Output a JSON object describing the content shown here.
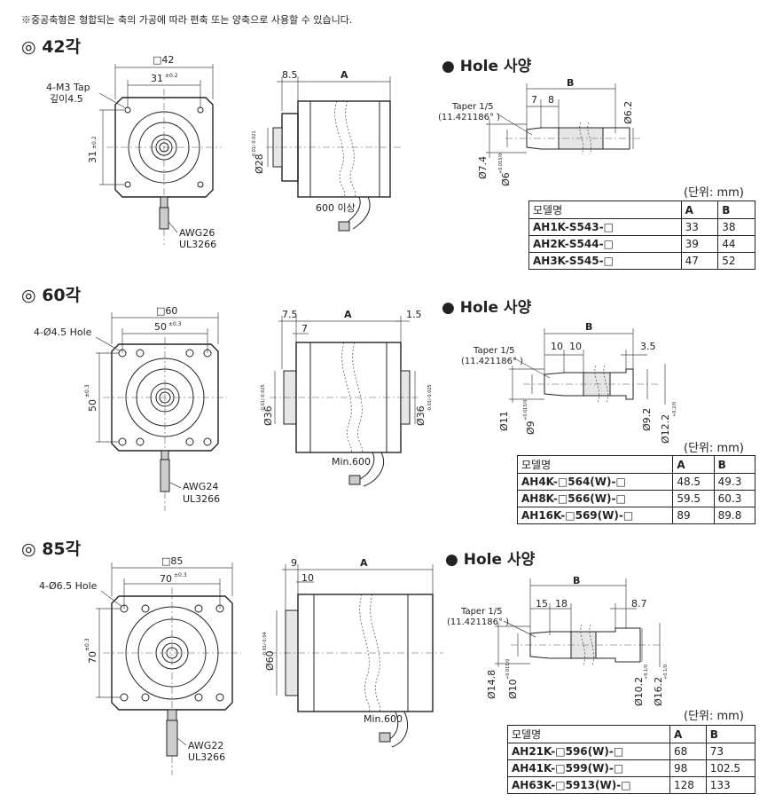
{
  "note": "※중공축형은 형합되는 축의 가공에 따라 편축 또는 양축으로 사용할 수 있습니다.",
  "sections": [
    {
      "title": "◎ 42각",
      "hole_title": "● Hole 사양",
      "unit": "(단위: mm)",
      "front": {
        "square": "□42",
        "pitch": "31",
        "pitch_tol": "±0.2",
        "pitch_v": "31",
        "pitch_v_tol": "±0.2",
        "holes": "4-M3 Tap",
        "depth": "깊이4.5",
        "wire1": "AWG26",
        "wire2": "UL3266"
      },
      "side": {
        "a": "A",
        "d1": "8.5",
        "dia": "Ø28",
        "dia_tol": "-0.01/-0.021",
        "lead": "600 이상"
      },
      "hole": {
        "b": "B",
        "d7": "7",
        "d8": "8",
        "taper": "Taper 1/5",
        "taper_deg": "(11.421186° )",
        "d62": "Ø6.2",
        "d74": "Ø7.4",
        "d6": "Ø6",
        "d6_tol": "+0.015/0"
      },
      "table": {
        "headers": [
          "모델명",
          "A",
          "B"
        ],
        "rows": [
          [
            "AH1K-S543-□",
            "33",
            "38"
          ],
          [
            "AH2K-S544-□",
            "39",
            "44"
          ],
          [
            "AH3K-S545-□",
            "47",
            "52"
          ]
        ]
      }
    },
    {
      "title": "◎ 60각",
      "hole_title": "● Hole 사양",
      "unit": "(단위: mm)",
      "front": {
        "square": "□60",
        "pitch": "50",
        "pitch_tol": "±0.3",
        "pitch_v": "50",
        "pitch_v_tol": "±0.3",
        "holes": "4-Ø4.5 Hole",
        "wire1": "AWG24",
        "wire2": "UL3266"
      },
      "side": {
        "a": "A",
        "d1": "7.5",
        "d2": "7",
        "d3": "1.5",
        "dia": "Ø36",
        "dia_tol": "-0.01/-0.025",
        "dia2": "Ø36",
        "dia2_tol": "-0.01/-0.025",
        "lead": "Min.600"
      },
      "hole": {
        "b": "B",
        "d10a": "10",
        "d10b": "10",
        "d35": "3.5",
        "taper": "Taper 1/5",
        "taper_deg": "(11.421186° )",
        "d11": "Ø11",
        "d9": "Ø9",
        "d9_tol": "+0.015/0",
        "d92": "Ø9.2",
        "d122": "Ø12.2",
        "d122_tol": "+0.2/0"
      },
      "table": {
        "headers": [
          "모델명",
          "A",
          "B"
        ],
        "rows": [
          [
            "AH4K-□564(W)-□",
            "48.5",
            "49.3"
          ],
          [
            "AH8K-□566(W)-□",
            "59.5",
            "60.3"
          ],
          [
            "AH16K-□569(W)-□",
            "89",
            "89.8"
          ]
        ]
      }
    },
    {
      "title": "◎ 85각",
      "hole_title": "● Hole 사양",
      "unit": "(단위: mm)",
      "front": {
        "square": "□85",
        "pitch": "70",
        "pitch_tol": "±0.3",
        "pitch_v": "70",
        "pitch_v_tol": "±0.3",
        "holes": "4-Ø6.5 Hole",
        "wire1": "AWG22",
        "wire2": "UL3266"
      },
      "side": {
        "a": "A",
        "d1": "9",
        "d2": "10",
        "dia": "Ø60",
        "dia_tol": "-0.01/-0.04",
        "lead": "Min.600"
      },
      "hole": {
        "b": "B",
        "d15": "15",
        "d18": "18",
        "d87": "8.7",
        "taper": "Taper 1/5",
        "taper_deg": "(11.421186° )",
        "d148": "Ø14.8",
        "d10": "Ø10",
        "d10_tol": "+0.015/0",
        "d102": "Ø10.2",
        "d102_tol": "+0.1/0",
        "d162": "Ø16.2",
        "d162_tol": "+0.1/0"
      },
      "table": {
        "headers": [
          "모델명",
          "A",
          "B"
        ],
        "rows": [
          [
            "AH21K-□596(W)-□",
            "68",
            "73"
          ],
          [
            "AH41K-□599(W)-□",
            "98",
            "102.5"
          ],
          [
            "AH63K-□5913(W)-□",
            "128",
            "133"
          ]
        ]
      }
    }
  ]
}
